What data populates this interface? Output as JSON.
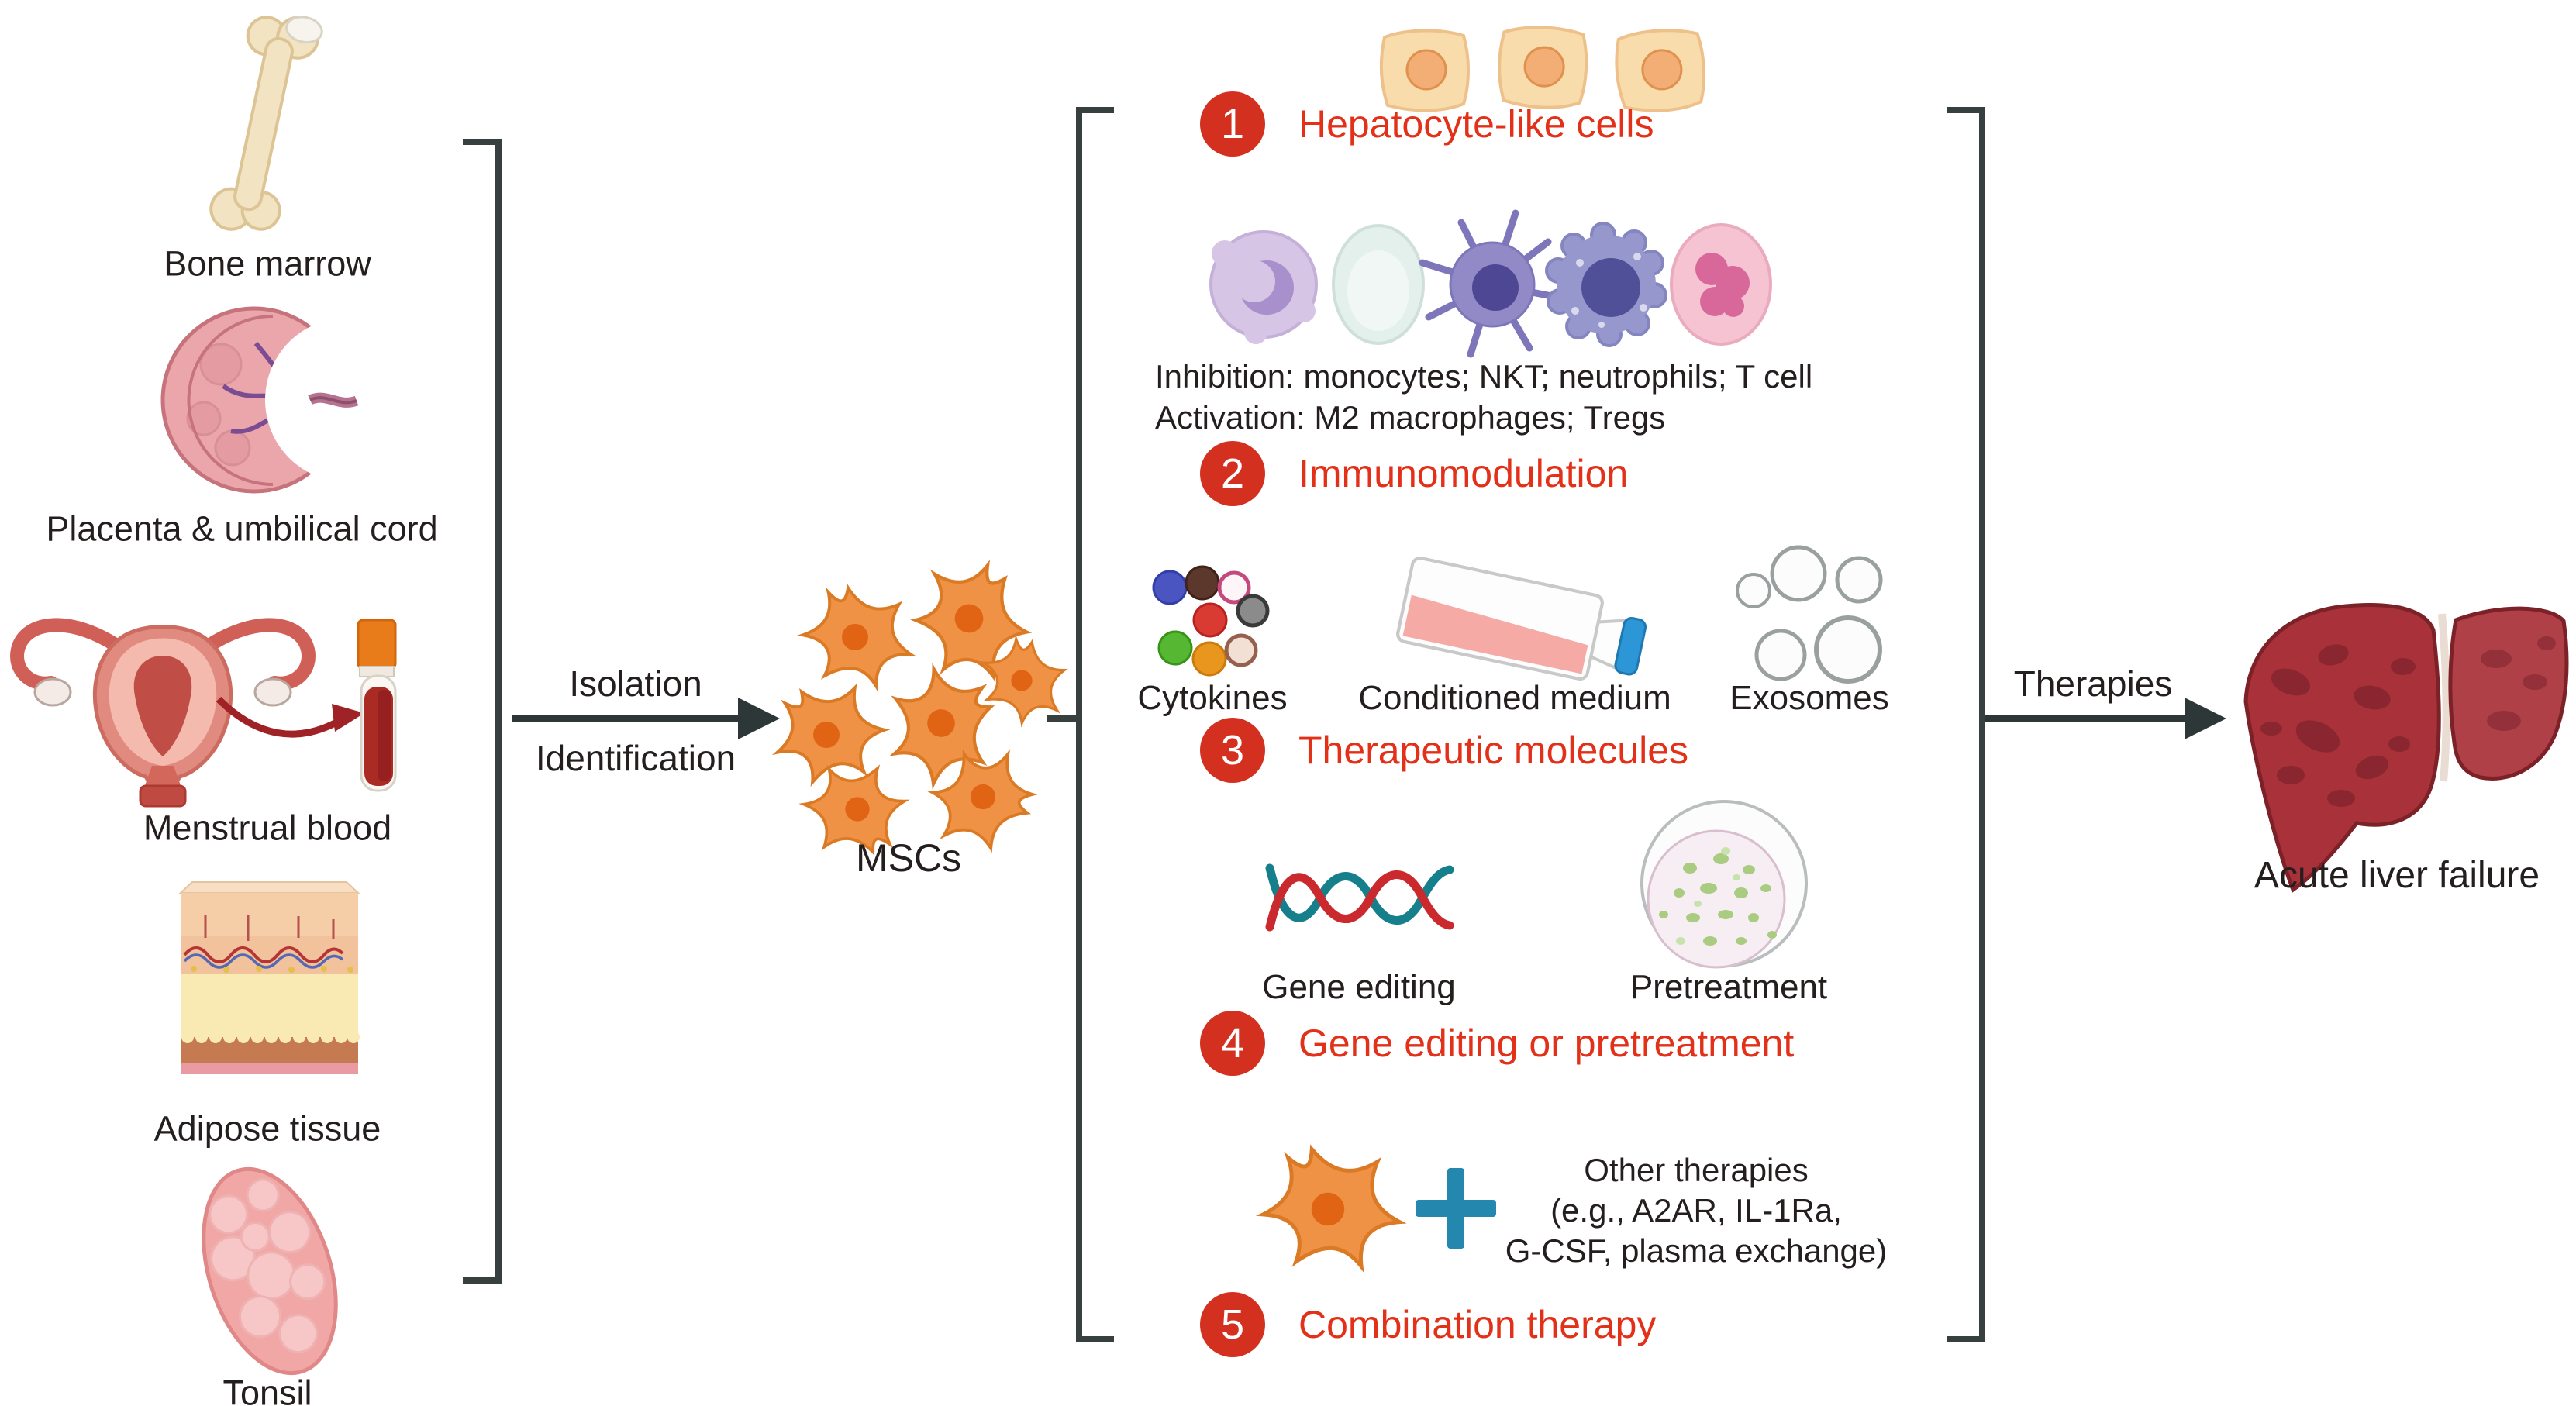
{
  "figure": {
    "sources": {
      "items": [
        {
          "label": "Bone marrow"
        },
        {
          "label": "Placenta & umbilical cord"
        },
        {
          "label": "Menstrual blood"
        },
        {
          "label": "Adipose tissue"
        },
        {
          "label": "Tonsil"
        }
      ]
    },
    "isolation": {
      "line1": "Isolation",
      "line2": "Identification"
    },
    "msc_label": "MSCs",
    "mechanisms": [
      {
        "number": "1",
        "label": "Hepatocyte-like cells"
      },
      {
        "number": "2",
        "label": "Immunomodulation",
        "inhibition": "Inhibition: monocytes; NKT; neutrophils; T cell",
        "activation": "Activation: M2 macrophages; Tregs"
      },
      {
        "number": "3",
        "label": "Therapeutic molecules",
        "cytokines": "Cytokines",
        "conditioned_medium": "Conditioned medium",
        "exosomes": "Exosomes"
      },
      {
        "number": "4",
        "label": "Gene editing or pretreatment",
        "gene_editing": "Gene editing",
        "pretreatment": "Pretreatment"
      },
      {
        "number": "5",
        "label": "Combination therapy",
        "other_line1": "Other therapies",
        "other_line2": "(e.g., A2AR, IL-1Ra,",
        "other_line3": "G-CSF, plasma exchange)"
      }
    ],
    "outcome": {
      "arrow_label": "Therapies",
      "label": "Acute liver failure"
    },
    "colors": {
      "badge_red": "#d43020",
      "label_red": "#e23019",
      "text_black": "#241e1e",
      "line_dark": "#37403f",
      "msc_orange": "#f09245",
      "plus_teal": "#2387ae",
      "liver_red": "#a93139",
      "blood_red": "#aa2a24"
    }
  }
}
